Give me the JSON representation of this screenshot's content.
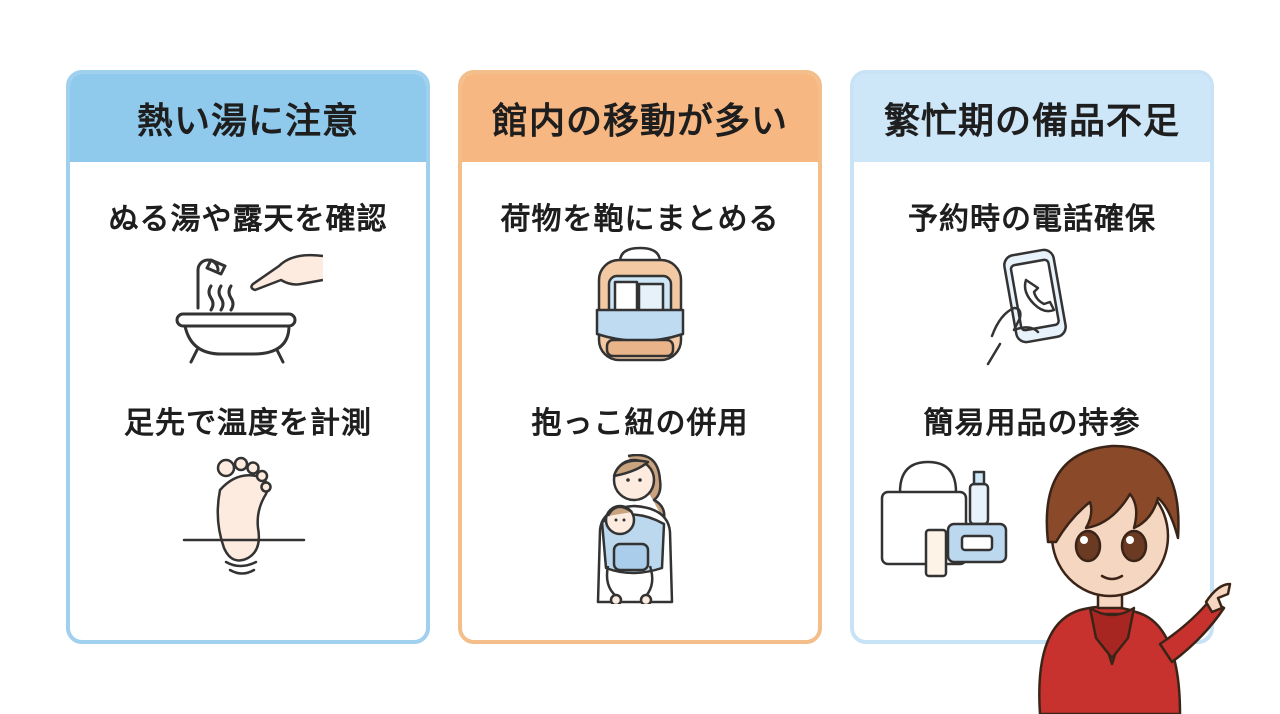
{
  "cards": [
    {
      "title": "熱い湯に注意",
      "items": [
        {
          "label": "ぬる湯や露天を確認",
          "icon": "bathtub-icon"
        },
        {
          "label": "足先で温度を計測",
          "icon": "foot-icon"
        }
      ]
    },
    {
      "title": "館内の移動が多い",
      "items": [
        {
          "label": "荷物を鞄にまとめる",
          "icon": "backpack-icon"
        },
        {
          "label": "抱っこ紐の併用",
          "icon": "baby-carrier-icon"
        }
      ]
    },
    {
      "title": "繁忙期の備品不足",
      "items": [
        {
          "label": "予約時の電話確保",
          "icon": "phone-call-icon"
        },
        {
          "label": "簡易用品の持参",
          "icon": "travel-goods-icon"
        }
      ]
    }
  ],
  "colors": {
    "card1_accent": "#8fc9ec",
    "card2_accent": "#f6b782",
    "card3_accent": "#cde6f8"
  }
}
